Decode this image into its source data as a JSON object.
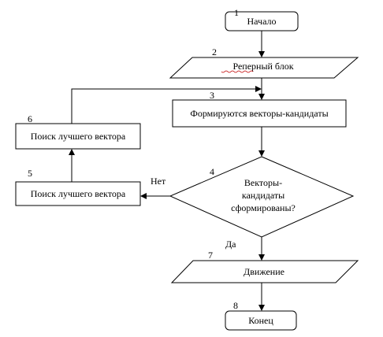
{
  "diagram": {
    "nodes": {
      "start": {
        "number": "1",
        "label": "Начало"
      },
      "ref": {
        "number": "2",
        "label": "Реперный блок"
      },
      "form": {
        "number": "3",
        "label": "Формируются векторы-кандидаты"
      },
      "decision": {
        "number": "4",
        "label_lines": [
          "Векторы-",
          "кандидаты",
          "сформированы?"
        ]
      },
      "search5": {
        "number": "5",
        "label": "Поиск лучшего вектора"
      },
      "search6": {
        "number": "6",
        "label": "Поиск лучшего вектора"
      },
      "move": {
        "number": "7",
        "label": "Движение"
      },
      "end": {
        "number": "8",
        "label": "Конец"
      }
    },
    "edges": {
      "no_label": "Нет",
      "yes_label": "Да"
    }
  }
}
